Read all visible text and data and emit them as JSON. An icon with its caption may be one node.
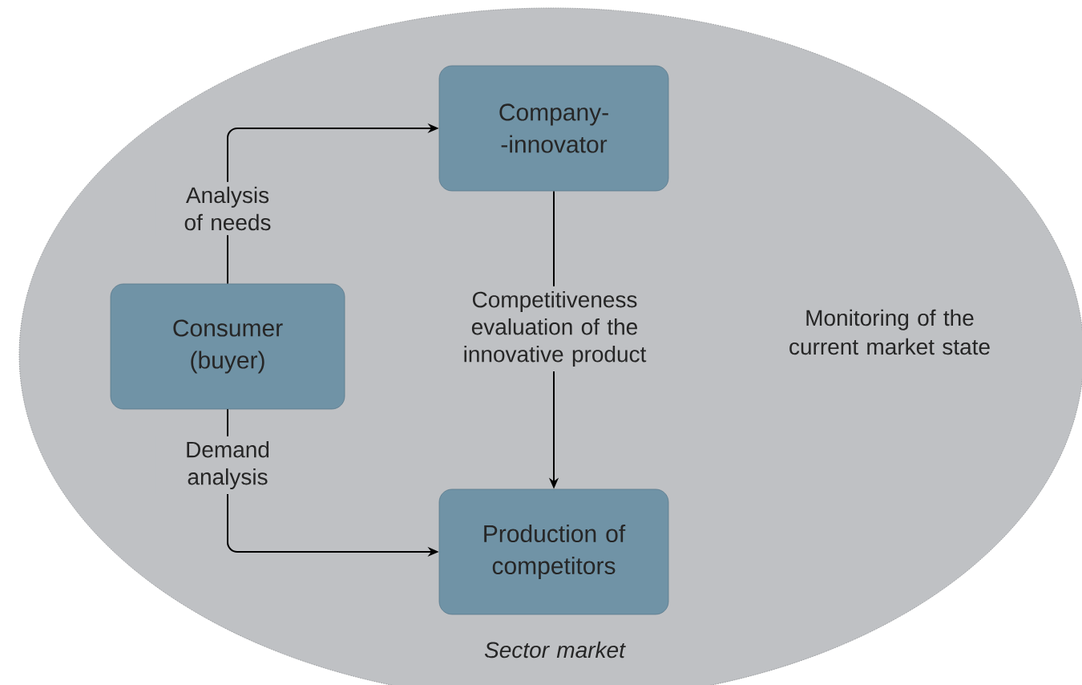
{
  "diagram": {
    "nodes": [
      {
        "text": [
          "Monitoring of the current market state",
          "Sector market"
        ]
      },
      {
        "text": [
          "Company- -innovator"
        ],
        "in": 0
      },
      {
        "text": [
          "Consumer (buyer)"
        ],
        "in": 0
      },
      {
        "text": [
          "Production of competitors"
        ],
        "in": 0
      }
    ],
    "edges": [
      {
        "from": 2,
        "to": 1,
        "arrow": "to",
        "label": "Analysis of needs"
      },
      {
        "from": 1,
        "to": 3,
        "arrow": "to",
        "label": "Competitiveness evaluation of the innovative product"
      },
      {
        "from": 2,
        "to": 3,
        "arrow": "to",
        "label": "Demand analysis"
      }
    ]
  }
}
